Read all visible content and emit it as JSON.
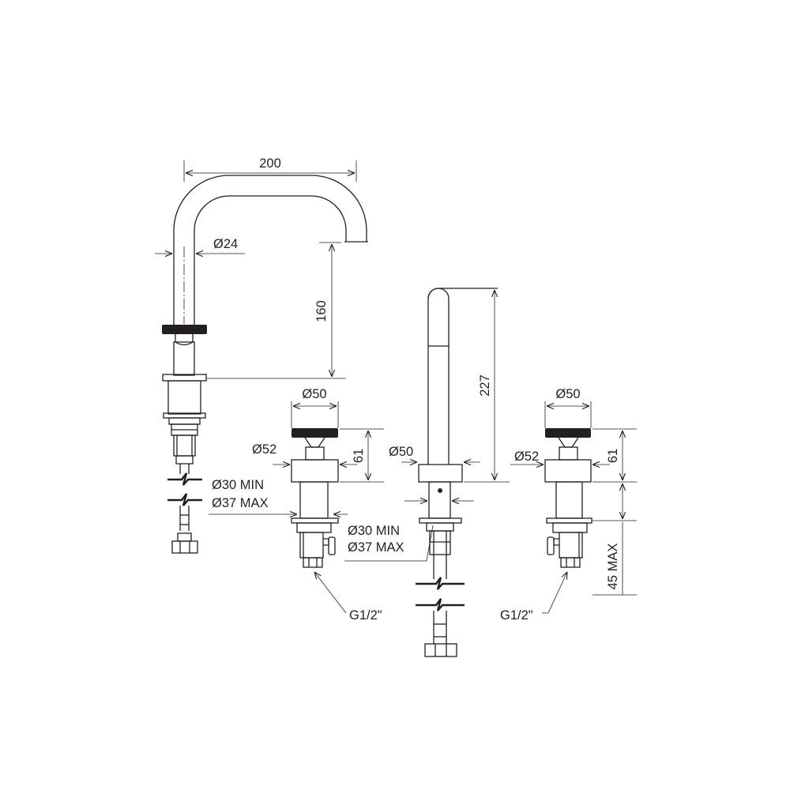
{
  "drawing": {
    "spout": {
      "reach": "200",
      "tube_diameter": "Ø24",
      "height": "160",
      "hole_min": "Ø30 MIN",
      "hole_max": "Ø37 MAX"
    },
    "left_handle": {
      "knob_diameter": "Ø50",
      "flange_diameter": "Ø52",
      "height": "61",
      "hole_min": "Ø30 MIN",
      "hole_max": "Ø37 MAX",
      "thread": "G1/2\""
    },
    "center_spout": {
      "height": "227",
      "base_diameter": "Ø50"
    },
    "right_handle": {
      "knob_diameter": "Ø50",
      "flange_diameter": "Ø52",
      "height": "61",
      "deck_thickness": "45 MAX",
      "thread": "G1/2\""
    }
  }
}
